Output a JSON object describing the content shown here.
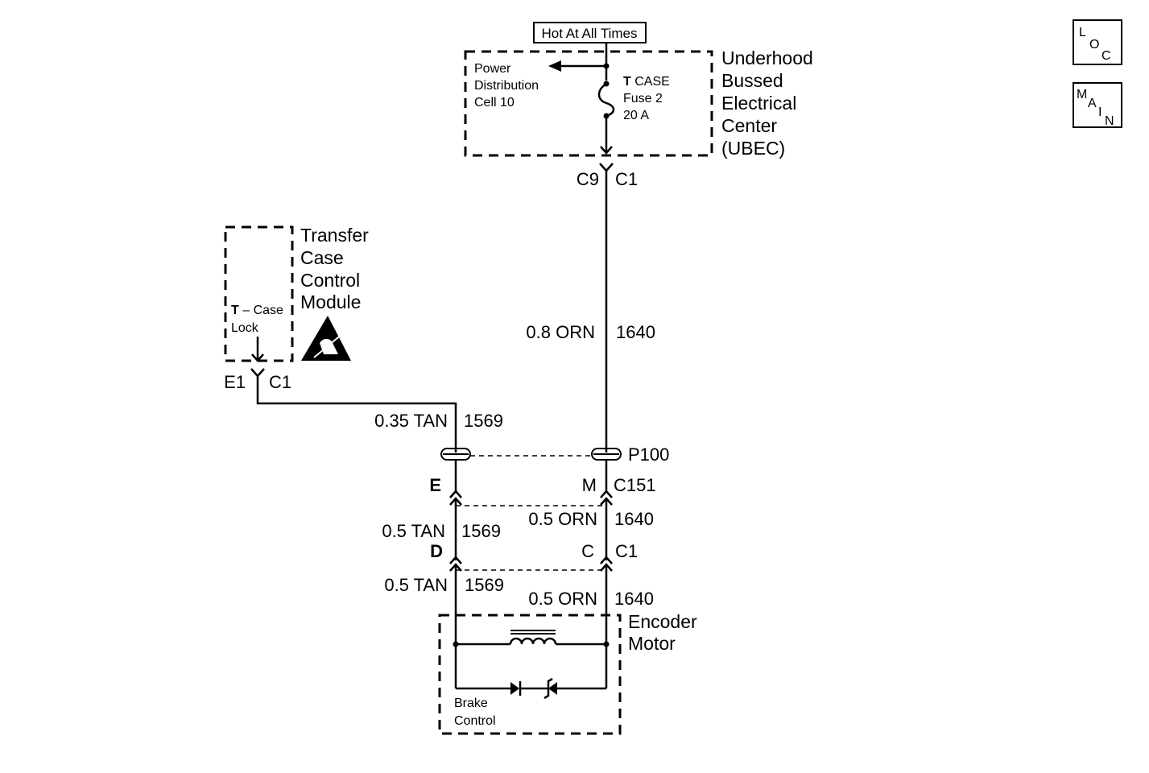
{
  "power": {
    "hot_label": "Hot At All Times"
  },
  "ubec": {
    "name_lines": [
      "Underhood",
      "Bussed",
      "Electrical",
      "Center",
      "(UBEC)"
    ],
    "pd_lines": [
      "Power",
      "Distribution",
      "Cell 10"
    ],
    "fuse_name_bold": "T",
    "fuse_name_rest": " CASE",
    "fuse_number": "Fuse 2",
    "fuse_rating": "20 A"
  },
  "connectors": {
    "ubec_pin": "C9",
    "ubec_conn": "C1",
    "tccm_pin": "E1",
    "tccm_conn": "C1",
    "c151_pin_left": "E",
    "c151_pin_right": "M",
    "c151_name": "C151",
    "motor_pin_left": "D",
    "motor_pin_right": "C",
    "motor_conn": "C1",
    "passthrough": "P100"
  },
  "tccm": {
    "name_lines": [
      "Transfer",
      "Case",
      "Control",
      "Module"
    ],
    "input_bold": "T",
    "input_rest": " – Case",
    "input_line2": "Lock"
  },
  "wires": {
    "orn_upper_size": "0.8 ORN",
    "orn_upper_circuit": "1640",
    "tan_upper_size": "0.35 TAN",
    "tan_upper_circuit": "1569",
    "tan_mid_size": "0.5 TAN",
    "tan_mid_circuit": "1569",
    "orn_mid_size": "0.5 ORN",
    "orn_mid_circuit": "1640",
    "tan_lower_size": "0.5 TAN",
    "tan_lower_circuit": "1569",
    "orn_lower_size": "0.5 ORN",
    "orn_lower_circuit": "1640"
  },
  "motor": {
    "name_lines": [
      "Encoder",
      "Motor"
    ],
    "brake_lines": [
      "Brake",
      "Control"
    ]
  },
  "nav": {
    "loc": [
      "L",
      "O",
      "C"
    ],
    "main": [
      "M",
      "A",
      "I",
      "N"
    ]
  }
}
